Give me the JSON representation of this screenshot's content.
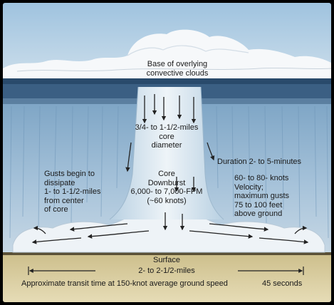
{
  "diagram": {
    "cloud_base": [
      "Base of overlying",
      "convective clouds"
    ],
    "core_diameter": [
      "3/4- to 1-1/2-miles",
      "core",
      "diameter"
    ],
    "core_downburst": [
      "Core",
      "Downburst",
      "6,000- to 7,000-FPM",
      "(~60 knots)"
    ],
    "gusts_dissipate": [
      "Gusts begin to",
      "dissipate",
      "1- to 1-1/2-miles",
      "from center",
      "of core"
    ],
    "duration": "Duration 2- to 5-minutes",
    "velocity": [
      "60- to 80- knots",
      "Velocity;",
      "maximum gusts",
      "75 to 100 feet",
      "above ground"
    ],
    "surface": "Surface",
    "distance": "2- to 2-1/2-miles",
    "transit_time": "Approximate transit time at 150-knot average ground speed",
    "transit_seconds": "45 seconds"
  },
  "colors": {
    "sky": "#b9d3e6",
    "cloud": "#f6f8fa",
    "rain": "#8fb2cf",
    "ground": "#d8cc9e",
    "arrow": "#222222"
  }
}
